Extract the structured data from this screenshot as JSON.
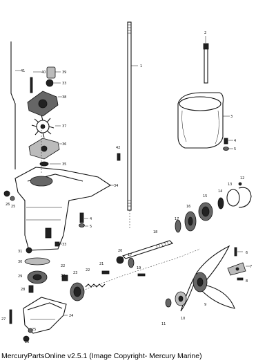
{
  "footer": "MercuryPartsOnline v2.5.1 (Image Copyright- Mercury Marine)",
  "callouts": [
    "1",
    "2",
    "3",
    "4",
    "5",
    "6",
    "7",
    "8",
    "9",
    "10",
    "11",
    "12",
    "13",
    "14",
    "15",
    "16",
    "17",
    "18",
    "19",
    "20",
    "21",
    "22",
    "23",
    "24",
    "25",
    "26",
    "27",
    "28",
    "29",
    "30",
    "31",
    "32",
    "33",
    "34",
    "35",
    "36",
    "37",
    "38",
    "39",
    "40",
    "41",
    "42"
  ]
}
